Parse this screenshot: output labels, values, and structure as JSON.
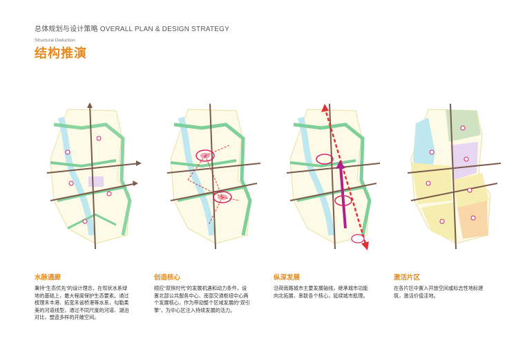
{
  "header": {
    "title": "总体规划与设计策略 OVERALL PLAN & DESIGN STRATEGY",
    "subtitle": "Structural Deduction",
    "main_title": "结构推演"
  },
  "panels": [
    {
      "title": "水脉通廊",
      "text": "秉持“生态优先”的设计理念，在现状水系绿地的基础上，最大程度保护生态要素。通过梳理禾丰港、拓宽禾省桥港等水系，勾勒柔美的河道线型，通过不同尺度的河道、湖泊对比，塑造多样的开敞空间。"
    },
    {
      "title": "创造核心",
      "text": "顺应“双铁时代”的发展机遇和动力条件，设置北部公共服务中心、南部交通枢纽中心两个发展核心，作为带动整个区域发展的“双引擎”，为中心区注入持续发展的活力。"
    },
    {
      "title": "纵深发展",
      "text": "沿荷南路城市主要发展轴线，继承城市功能向北拓展，串联各个核心，延续城市肌理。"
    },
    {
      "title": "激活片区",
      "text": "在各片区中置入开放空间或标志性地标建筑，激活价值洼地。"
    }
  ],
  "colors": {
    "accent": "#e58a1f",
    "road": "#7a5a4a",
    "green_corridor": "#7fcf9a",
    "water": "#bfe7ef",
    "core": "#d6226b",
    "axis": "#e03131",
    "zone_yellow": "#f6eeb0",
    "zone_purple": "#e6d6f2",
    "zone_green": "#cfe3c3",
    "zone_orange": "#f8d6a8"
  }
}
